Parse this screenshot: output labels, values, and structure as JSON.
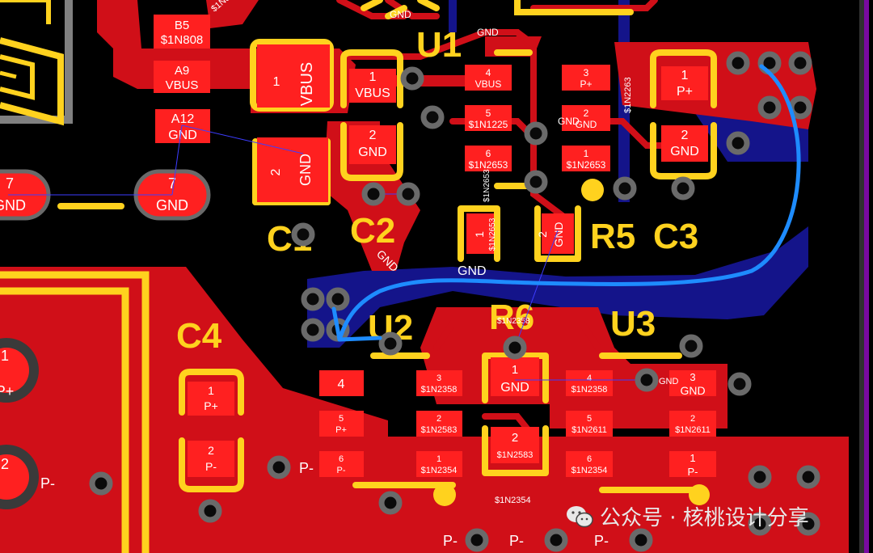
{
  "colors": {
    "background": "#000000",
    "top_copper": "#e8101a",
    "pad": "#ff2020",
    "bottom_copper": "#14148a",
    "silkscreen": "#ffd21e",
    "via_ring": "#5a5a5a",
    "route_highlight": "#1e8cff",
    "board_edge": "#7a0aa0",
    "keepout_gray": "#808080"
  },
  "silkscreen_refs": {
    "u1": "U1",
    "c1": "C1",
    "c2": "C2",
    "r5": "R5",
    "c3": "C3",
    "c4": "C4",
    "u2": "U2",
    "r6": "R6",
    "u3": "U3"
  },
  "pads": {
    "b5_num": "B5",
    "b5_net": "$1N808",
    "a9_num": "A9",
    "a9_net": "VBUS",
    "a12_num": "A12",
    "a12_net": "GND",
    "th7a_num": "7",
    "th7a_net": "GND",
    "th7b_num": "7",
    "th7b_net": "GND",
    "c1p1_num": "1",
    "c1p1_net": "VBUS",
    "c1p2_num": "2",
    "c1p2_net": "GND",
    "c2p1_num": "1",
    "c2p1_net": "VBUS",
    "c2p2_num": "2",
    "c2p2_net": "GND",
    "u1p4_num": "4",
    "u1p4_net": "VBUS",
    "u1p5_num": "5",
    "u1p5_net": "$1N1225",
    "u1p6_num": "6",
    "u1p6_net": "$1N2653",
    "u1p3_num": "3",
    "u1p3_net": "P+",
    "u1p2_num": "2",
    "u1p2_net": "GND",
    "u1p1_num": "1",
    "u1p1_net": "$1N2653",
    "c3p1_num": "1",
    "c3p1_net": "P+",
    "c3p2_num": "2",
    "c3p2_net": "GND",
    "r5p1_num": "1",
    "r5p1_net": "$1N2653",
    "r5p2_num": "2",
    "r5p2_net": "GND",
    "c4p1_num": "1",
    "c4p1_net": "P+",
    "c4p2_num": "2",
    "c4p2_net": "P-",
    "u2p4_num": "4",
    "u2p5_num": "5",
    "u2p5_net": "P+",
    "u2p6_num": "6",
    "u2p6_net": "P-",
    "u2p3_num": "3",
    "u2p3_net": "$1N2358",
    "u2p2_num": "2",
    "u2p2_net": "$1N2583",
    "u2p1_num": "1",
    "u2p1_net": "$1N2354",
    "r6p1_num": "1",
    "r6p1_net": "GND",
    "r6p2_num": "2",
    "r6p2_net": "$1N2583",
    "u3p4_num": "4",
    "u3p4_net": "$1N2358",
    "u3p5_num": "5",
    "u3p5_net": "$1N2611",
    "u3p6_num": "6",
    "u3p6_net": "$1N2354",
    "u3p3_num": "3",
    "u3p3_net": "GND",
    "u3p2_num": "2",
    "u3p2_net": "$1N2611",
    "u3p1_num": "1",
    "u3p1_net": "P-",
    "batp1_num": "1",
    "batp1_net": "P+",
    "batp2_num": "2",
    "batp2_net": "P-"
  },
  "net_labels": {
    "gnd": "GND",
    "pminus": "P-",
    "n808": "$1N808",
    "n2653": "$1N2653",
    "n2358": "$1N2358",
    "n2354": "$1N2354",
    "n2263": "$1N2263"
  },
  "watermark": {
    "text": "公众号 · 核桃设计分享",
    "icon": "wechat-icon"
  }
}
